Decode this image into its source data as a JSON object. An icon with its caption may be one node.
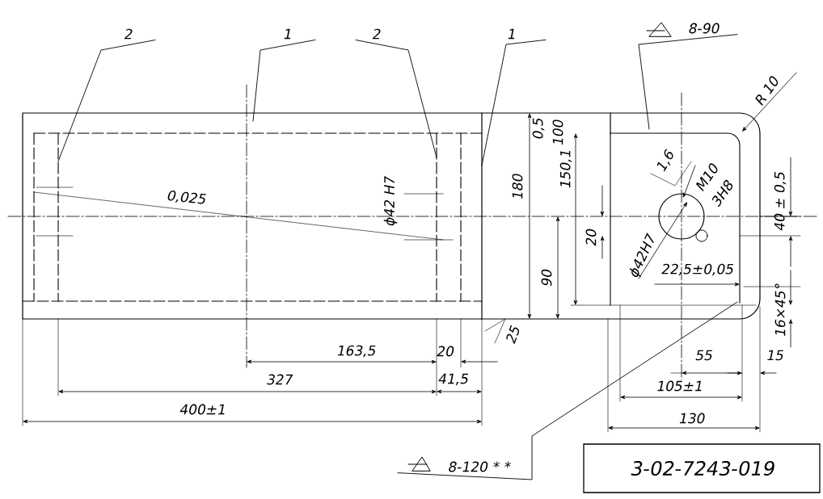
{
  "diagram": {
    "nodes": [
      {
        "text": [
          "2"
        ]
      },
      {
        "text": [
          "1"
        ]
      },
      {
        "text": [
          "2"
        ]
      },
      {
        "text": [
          "1"
        ]
      },
      {
        "text": [
          "8-90"
        ]
      },
      {
        "text": [
          "8-120 * *"
        ]
      },
      {
        "text": [
          "3-02-7243-019"
        ]
      }
    ],
    "edges": [
      {
        "from": 0,
        "to": null,
        "arrow": "none"
      },
      {
        "from": 1,
        "to": null,
        "arrow": "none"
      },
      {
        "from": 2,
        "to": null,
        "arrow": "none"
      },
      {
        "from": 3,
        "to": null,
        "arrow": "none"
      },
      {
        "from": 4,
        "to": null,
        "arrow": "none"
      },
      {
        "from": 5,
        "to": null,
        "arrow": "none"
      }
    ],
    "labels": [
      "0,025",
      "ϕ42 H7",
      "180",
      "0,5",
      "100",
      "150,1",
      "20",
      "90",
      "1,6",
      "M10",
      "3H8",
      "R 10",
      "ϕ42H7",
      "22,5±0,05",
      "40 ± 0,5",
      "16×45°",
      "163,5",
      "20",
      "25",
      "327",
      "41,5",
      "400±1",
      "55",
      "15",
      "105±1",
      "130"
    ]
  }
}
